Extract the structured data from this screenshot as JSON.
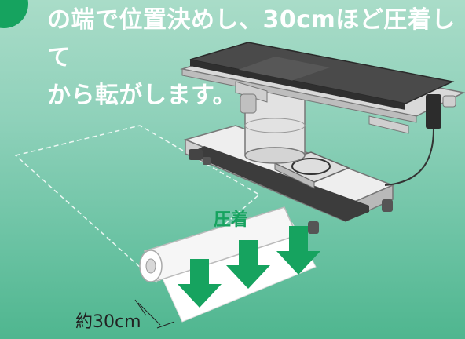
{
  "instruction": {
    "text": "の端で位置決めし、30cmほど圧着して\nから転がします。"
  },
  "labels": {
    "press": "圧着",
    "measure": "約30cm"
  },
  "colors": {
    "accent_green": "#16a35f",
    "background_light": "#a9dcc8",
    "background_dark": "#4fb68f",
    "sheet": "#ffffff",
    "table_body": "#e7e7e7",
    "table_pad": "#3e3e3e"
  }
}
